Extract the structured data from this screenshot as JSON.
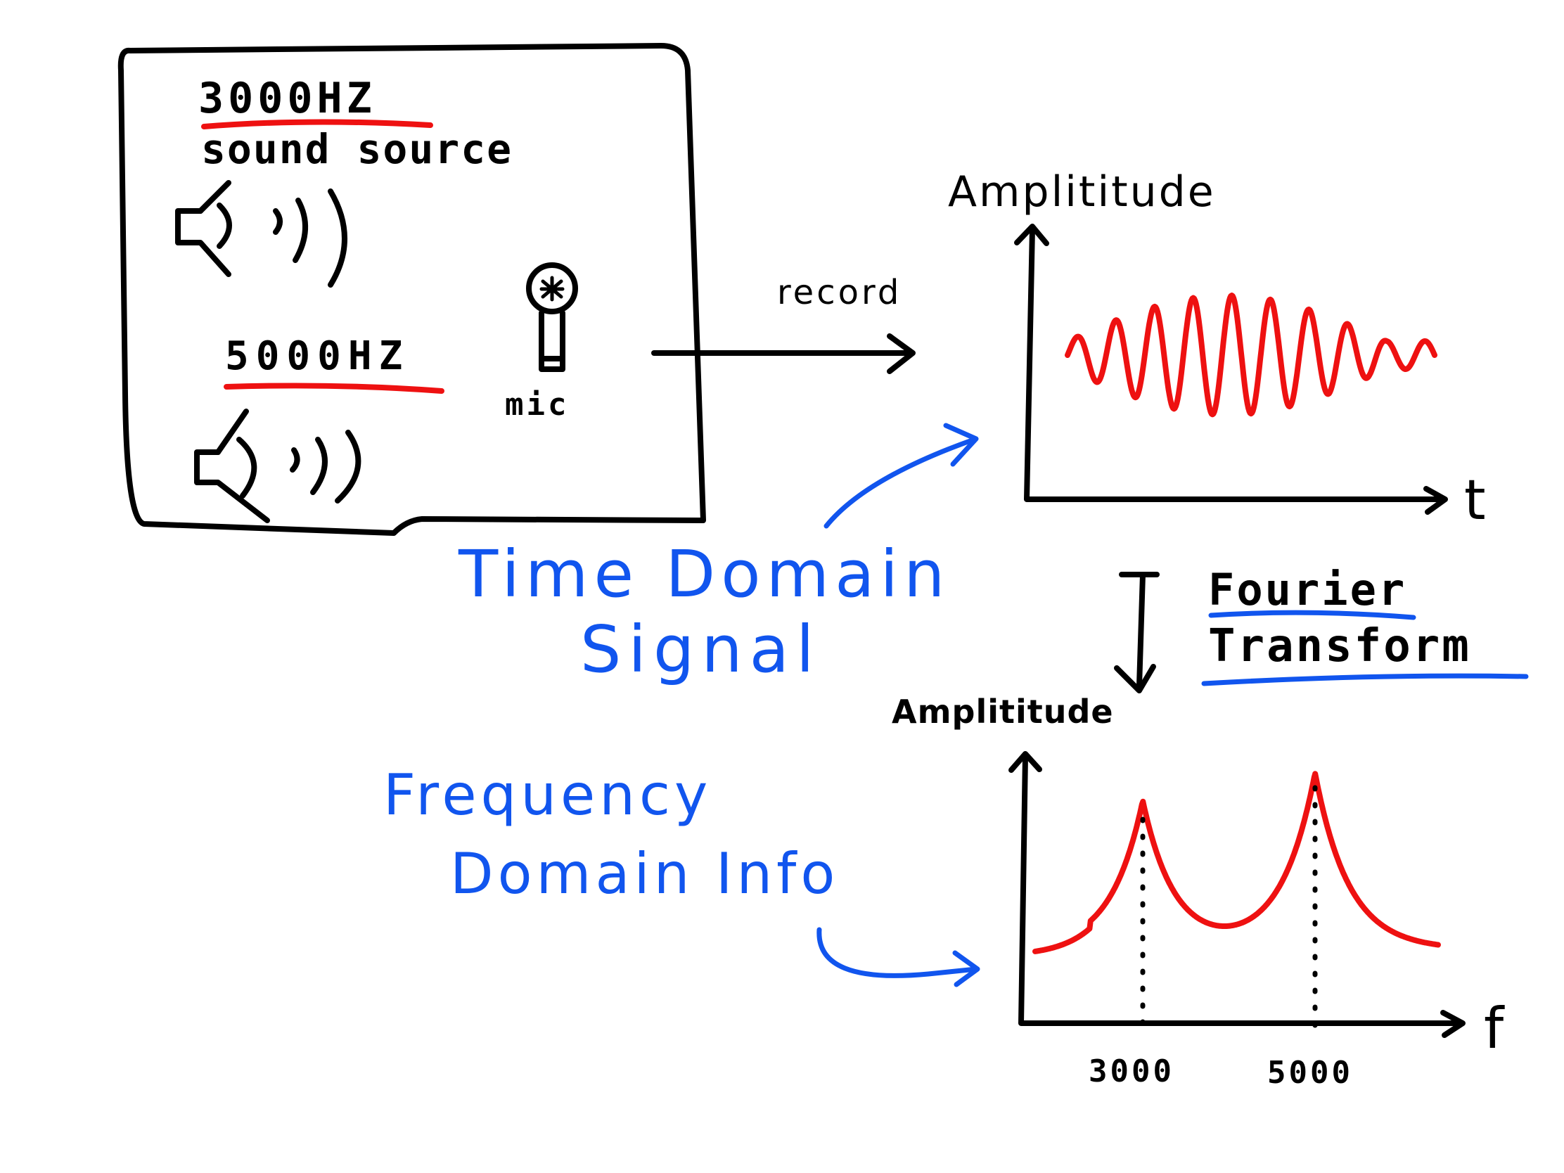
{
  "colors": {
    "ink": "#000000",
    "signal": "#ee1111",
    "annotation": "#1155ee"
  },
  "icons": {
    "speaker_1": "speaker-icon",
    "speaker_2": "speaker-icon",
    "mic": "microphone-icon"
  },
  "source_box": {
    "freq1": "3000HZ",
    "source_label": "sound source",
    "freq2": "5000HZ",
    "mic_label": "mic"
  },
  "record_label": "record",
  "time_plot": {
    "ylabel": "Amplititude",
    "xlabel": "t"
  },
  "transform": {
    "line1": "Fourier",
    "line2": "Transform"
  },
  "freq_plot": {
    "ylabel": "Amplititude",
    "xlabel": "f",
    "tick1": "3000",
    "tick2": "5000"
  },
  "annotations": {
    "time_line1": "Time Domain",
    "time_line2": "Signal",
    "freq_line1": "Frequency",
    "freq_line2": "Domain Info"
  }
}
